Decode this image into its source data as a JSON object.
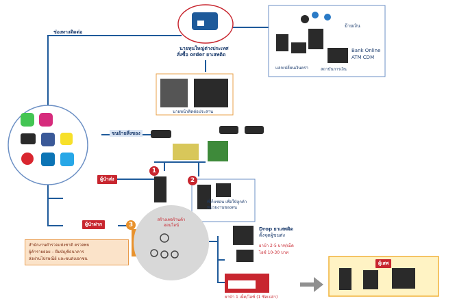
{
  "labels": {
    "channel": "ช่องทางติดต่อ",
    "top_center_line1": "นายทุนใหญ่ต่างประเทศ",
    "top_center_line2": "สั่งซื้อ order ยาเสพติด",
    "bank_money": "ย้ายเงิน",
    "bank_online": "Bank Online",
    "atm_cdm": "ATM CDM",
    "money_exchange": "แลกเปลี่ยนเงินตรา",
    "bank_institution": "สถาบันการเงิน",
    "middle_box": "นายหน้าติดต่อประสาน",
    "transport": "ขนย้ายสิ่งของ",
    "sender_tag": "ผู้นำส่ง",
    "receiver_tag": "ผู้นำฝาก",
    "hideout": "ที่เก็บซ่อน เพื่อให้ลูกค้า หน่วยงานของตน",
    "online_store": "สร้างเพจร้านค้าออนไลน์",
    "drop_line1": "Drop ยาเสพติด",
    "drop_line2": "ตั้งจุดผู้ขนส่ง",
    "price1": "ยาบ้า 2-5 บาท/เม็ด",
    "price2": "ไอซ์ 10-30 บาท",
    "post_caption": "ยาบ้า 1 เม็ด/ไอซ์ (1 ซีลเปล่า)",
    "note_line1": "สำนักงานตำรวจแห่งชาติ ตรวจพบ",
    "note_line2": "ผู้ค้ารายย่อย – ยืมบัญชีธนาคาร",
    "note_line3": "ส่งผ่านไปรษณีย์ และขนส่งเอกชน",
    "victims_tag": "ผู้เสพ"
  },
  "numbers": {
    "one": "1",
    "two": "2",
    "three": "3"
  },
  "colors": {
    "line_blue": "#1e5a9a",
    "accent_red": "#c8262f",
    "tag_orange": "#e8922d"
  }
}
